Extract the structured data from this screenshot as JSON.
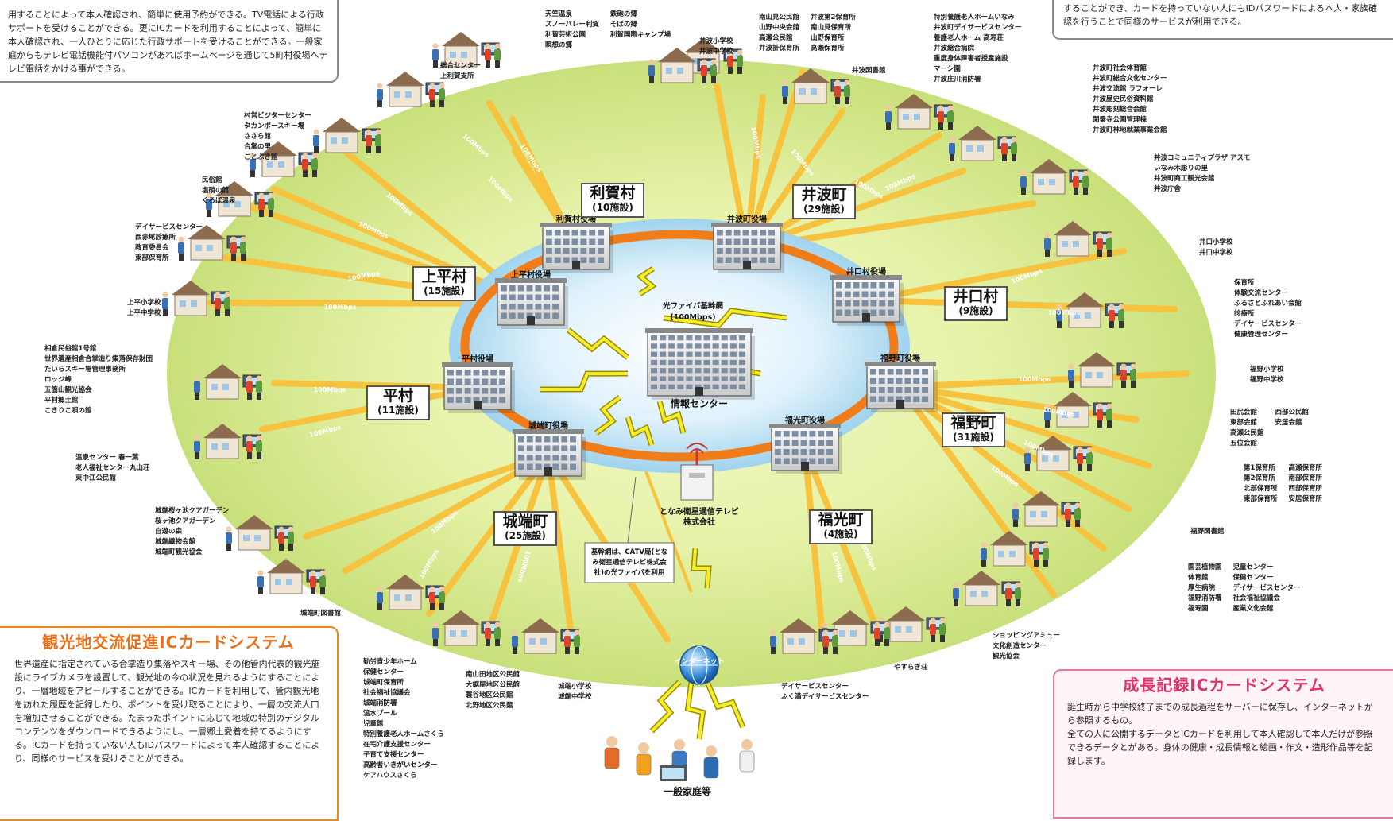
{
  "texts": {
    "top_left": "用することによって本人確認され、簡単に使用予約ができる。TV電話による行政サポートを受けることができる。更にICカードを利用することによって、簡単に本人確認され、一人ひとりに応じた行政サポートを受けることができる。一般家庭からもテレビ電話機能付パソコンがあればホームページを通じて5町村役場へテレビ電話をかける事ができる。",
    "top_right": "することができ、カードを持っていない人にもIDパスワードによる本人・家族確認を行うことで同様のサービスが利用できる。",
    "tourism_title": "観光地交流促進ICカードシステム",
    "tourism_body": "世界遺産に指定されている合掌造り集落やスキー場、その他管内代表的観光施設にライブカメラを設置して、観光地の今の状況を見れるようにすることにより、一層地域をアピールすることができる。ICカードを利用して、管内観光地を訪れた履歴を記録したり、ポイントを受け取ることにより、一層の交流人口を増加させることができる。たまったポイントに応じて地域の特別のデジタルコンテンツをダウンロードできるようにし、一層郷土愛着を持てるようにする。ICカードを持っていない人もIDパスワードによって本人確認することにより、同様のサービスを受けることができる。",
    "growth_title": "成長記録ICカードシステム",
    "growth_body_1": "誕生時から中学校終了までの成長過程をサーバーに保存し、インターネットから参照するもの。",
    "growth_body_2": "全ての人に公開するデータとICカードを利用して本人確認して本人だけが参照できるデータとがある。身体の健康・成長情報と絵画・作文・造形作品等を記録します。"
  },
  "network": {
    "center": "情報センター",
    "backbone": [
      "光ファイバ基幹網",
      "(100Mbps)"
    ],
    "catv": [
      "となみ衛星通信テレビ",
      "株式会社"
    ],
    "catv_note": [
      "基幹網は、CATV局(とな",
      "み衛星通信テレビ株式会",
      "社)の光ファイバを利用"
    ],
    "internet": "インターネット",
    "home": "一般家庭等",
    "speed": "100Mbps"
  },
  "offices": [
    {
      "label": "利賀村役場"
    },
    {
      "label": "井波町役場"
    },
    {
      "label": "井口村役場"
    },
    {
      "label": "福野町役場"
    },
    {
      "label": "福光町役場"
    },
    {
      "label": "城端町役場"
    },
    {
      "label": "平村役場"
    },
    {
      "label": "上平村役場"
    }
  ],
  "municipalities": [
    {
      "name": "利賀村",
      "count": "(10施設)"
    },
    {
      "name": "井波町",
      "count": "(29施設)"
    },
    {
      "name": "井口村",
      "count": "(9施設)"
    },
    {
      "name": "福野町",
      "count": "(31施設)"
    },
    {
      "name": "福光町",
      "count": "(4施設)"
    },
    {
      "name": "城端町",
      "count": "(25施設)"
    },
    {
      "name": "平村",
      "count": "(11施設)"
    },
    {
      "name": "上平村",
      "count": "(15施設)"
    }
  ],
  "sites": [
    {
      "cols": [
        [
          "天竺温泉",
          "スノーバレー利賀",
          "利賀芸術公園",
          "瞑想の郷"
        ],
        [
          "鉄砲の郷",
          "そばの郷",
          "利賀国際キャンプ場"
        ]
      ]
    },
    {
      "cols": [
        [
          "総合センター",
          "上利賀支所"
        ]
      ]
    },
    {
      "cols": [
        [
          "南山見公民館",
          "山野中央会館",
          "高瀬公民館",
          "井波計保育所"
        ],
        [
          "井波第2保育所",
          "南山見保育所",
          "山野保育所",
          "高瀬保育所"
        ]
      ]
    },
    {
      "cols": [
        [
          "井波小学校",
          "井波中学校"
        ]
      ]
    },
    {
      "cols": [
        [
          "井波図書館"
        ]
      ]
    },
    {
      "cols": [
        [
          "特別養護老人ホームいなみ",
          "井波町デイサービスセンター",
          "養護老人ホーム 高寿荘",
          "井波総合病院",
          "重度身体障害者授産施設",
          "マーシ園",
          "井波庄川消防署"
        ]
      ]
    },
    {
      "cols": [
        [
          "井波町社会体育館",
          "井波町総合文化センター",
          "井波交流館 ラフォーレ",
          "井波歴史民俗資料館",
          "井波彫刻総合会館",
          "閑乗寺公園管理棟",
          "井波町林地就業事業会館"
        ]
      ]
    },
    {
      "cols": [
        [
          "井波コミュニティプラザ アスモ",
          "いなみ木彫りの里",
          "井波町商工観光会館",
          "井波庁舎"
        ]
      ]
    },
    {
      "cols": [
        [
          "井口小学校",
          "井口中学校"
        ]
      ]
    },
    {
      "cols": [
        [
          "保育所",
          "体験交流センター",
          "ふるさとふれあい会館",
          "診療所",
          "デイサービスセンター",
          "健康管理センター"
        ]
      ]
    },
    {
      "cols": [
        [
          "福野小学校",
          "福野中学校"
        ]
      ]
    },
    {
      "cols": [
        [
          "田尻会館",
          "東部会館",
          "高瀬公民館",
          "五位会館"
        ],
        [
          "西部公民館",
          "安居会館"
        ]
      ]
    },
    {
      "cols": [
        [
          "第1保育所",
          "第2保育所",
          "北部保育所",
          "東部保育所"
        ],
        [
          "高瀬保育所",
          "南部保育所",
          "西部保育所",
          "安居保育所"
        ]
      ]
    },
    {
      "cols": [
        [
          "福野図書館"
        ]
      ]
    },
    {
      "cols": [
        [
          "園芸植物園",
          "体育館",
          "厚生病院",
          "福野消防署",
          "福寿園"
        ],
        [
          "児童センター",
          "保健センター",
          "デイサービスセンター",
          "社会福祉協議会",
          "産業文化会館"
        ]
      ]
    },
    {
      "cols": [
        [
          "ショッピングアミュー",
          "文化創造センター",
          "観光協会"
        ]
      ]
    },
    {
      "cols": [
        [
          "やすらぎ荘"
        ]
      ]
    },
    {
      "cols": [
        [
          "デイサービスセンター",
          "ふく満デイサービスセンター"
        ]
      ]
    },
    {
      "cols": [
        [
          "城端小学校",
          "城端中学校"
        ]
      ]
    },
    {
      "cols": [
        [
          "南山田地区公民館",
          "大鋸屋地区公民館",
          "蓑谷地区公民館",
          "北野地区公民館"
        ]
      ]
    },
    {
      "cols": [
        [
          "勤労青少年ホーム",
          "保健センター",
          "城端町保育所",
          "社会福祉協議会",
          "城端消防署",
          "温水プール",
          "児童館",
          "特別養護老人ホームさくら",
          "在宅介護支援センター",
          "子育て支援センター",
          "高齢者いきがいセンター",
          "ケアハウスさくら"
        ]
      ]
    },
    {
      "cols": [
        [
          "城端町図書館"
        ]
      ]
    },
    {
      "cols": [
        [
          "城端桜ヶ池クアガーデン",
          "桜ヶ池クアガーデン",
          "自遊の森",
          "城端織物会館",
          "城端町観光協会"
        ]
      ]
    },
    {
      "cols": [
        [
          "温泉センター 春一葉",
          "老人福祉センター丸山荘",
          "東中江公民館"
        ]
      ]
    },
    {
      "cols": [
        [
          "相倉民俗館1号館",
          "世界遺産相倉合掌造り集落保存財団",
          "たいらスキー場管理事務所",
          "ロッジ峰",
          "五箇山観光協会",
          "平村郷土館",
          "こきりこ唄の館"
        ]
      ]
    },
    {
      "cols": [
        [
          "上平小学校",
          "上平中学校"
        ]
      ]
    },
    {
      "cols": [
        [
          "デイサービスセンター",
          "西赤尾診療所",
          "教育委員会",
          "東部保育所"
        ]
      ]
    },
    {
      "cols": [
        [
          "民俗館",
          "塩硝の館",
          "くろば温泉"
        ]
      ]
    },
    {
      "cols": [
        [
          "村営ビジターセンター",
          "タカンボースキー場",
          "ささら館",
          "合掌の里",
          "ことぶき館"
        ]
      ]
    }
  ]
}
